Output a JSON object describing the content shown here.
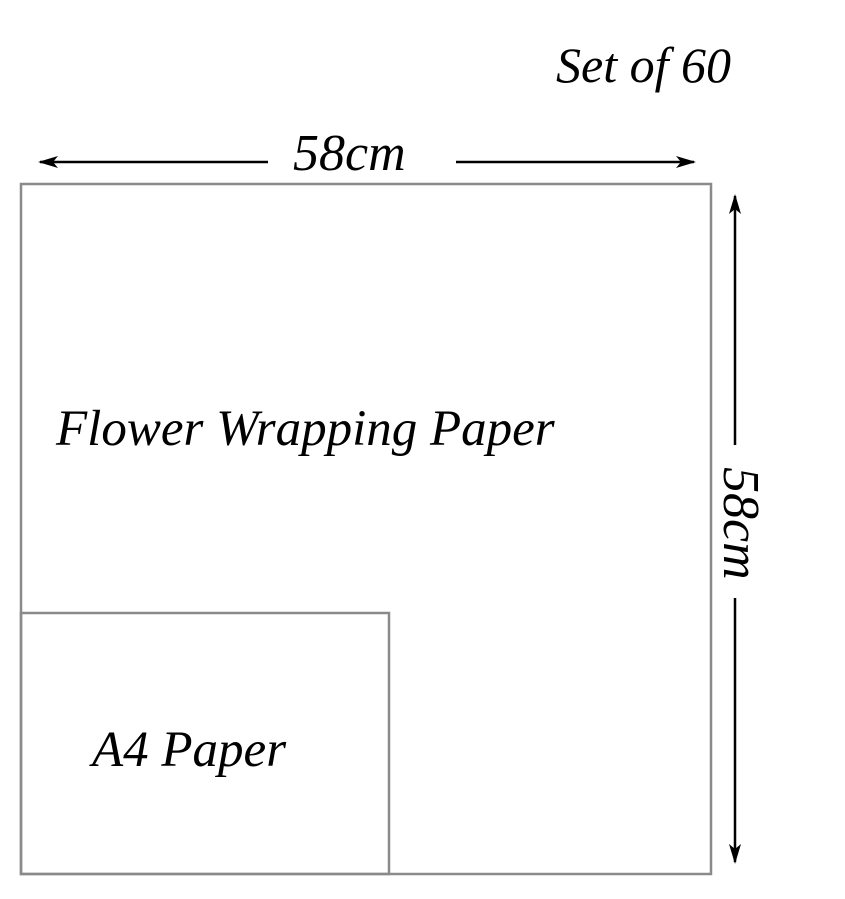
{
  "set_text": "Set of 60",
  "width_text": "58cm",
  "height_text": "58cm",
  "large_sheet_label": "Flower Wrapping Paper",
  "small_sheet_label": "A4 Paper",
  "colors": {
    "outline": "#8a8a8a",
    "text": "#000000",
    "background": "#ffffff"
  }
}
